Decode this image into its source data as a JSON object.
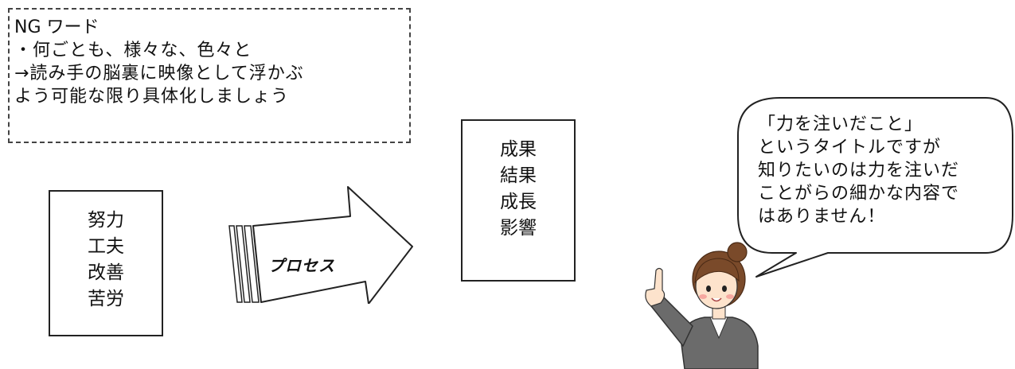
{
  "ng_box": {
    "title": "NG ワード",
    "lines": [
      "・何ごとも、様々な、色々と",
      "→読み手の脳裏に映像として浮かぶ",
      "よう可能な限り具体化しましょう"
    ]
  },
  "effort_box": {
    "items": [
      "努力",
      "工夫",
      "改善",
      "苦労"
    ]
  },
  "arrow": {
    "label": "プロセス"
  },
  "result_box": {
    "items": [
      "成果",
      "結果",
      "成長",
      "影響"
    ]
  },
  "speech_bubble": {
    "lines": [
      "「力を注いだこと」",
      "というタイトルですが",
      "知りたいのは力を注いだ",
      "ことがらの細かな内容で",
      "はありません！"
    ]
  },
  "colors": {
    "line": "#222222",
    "suit": "#6b6b6b",
    "hair": "#7a4a2a",
    "skin": "#fde3cc"
  }
}
